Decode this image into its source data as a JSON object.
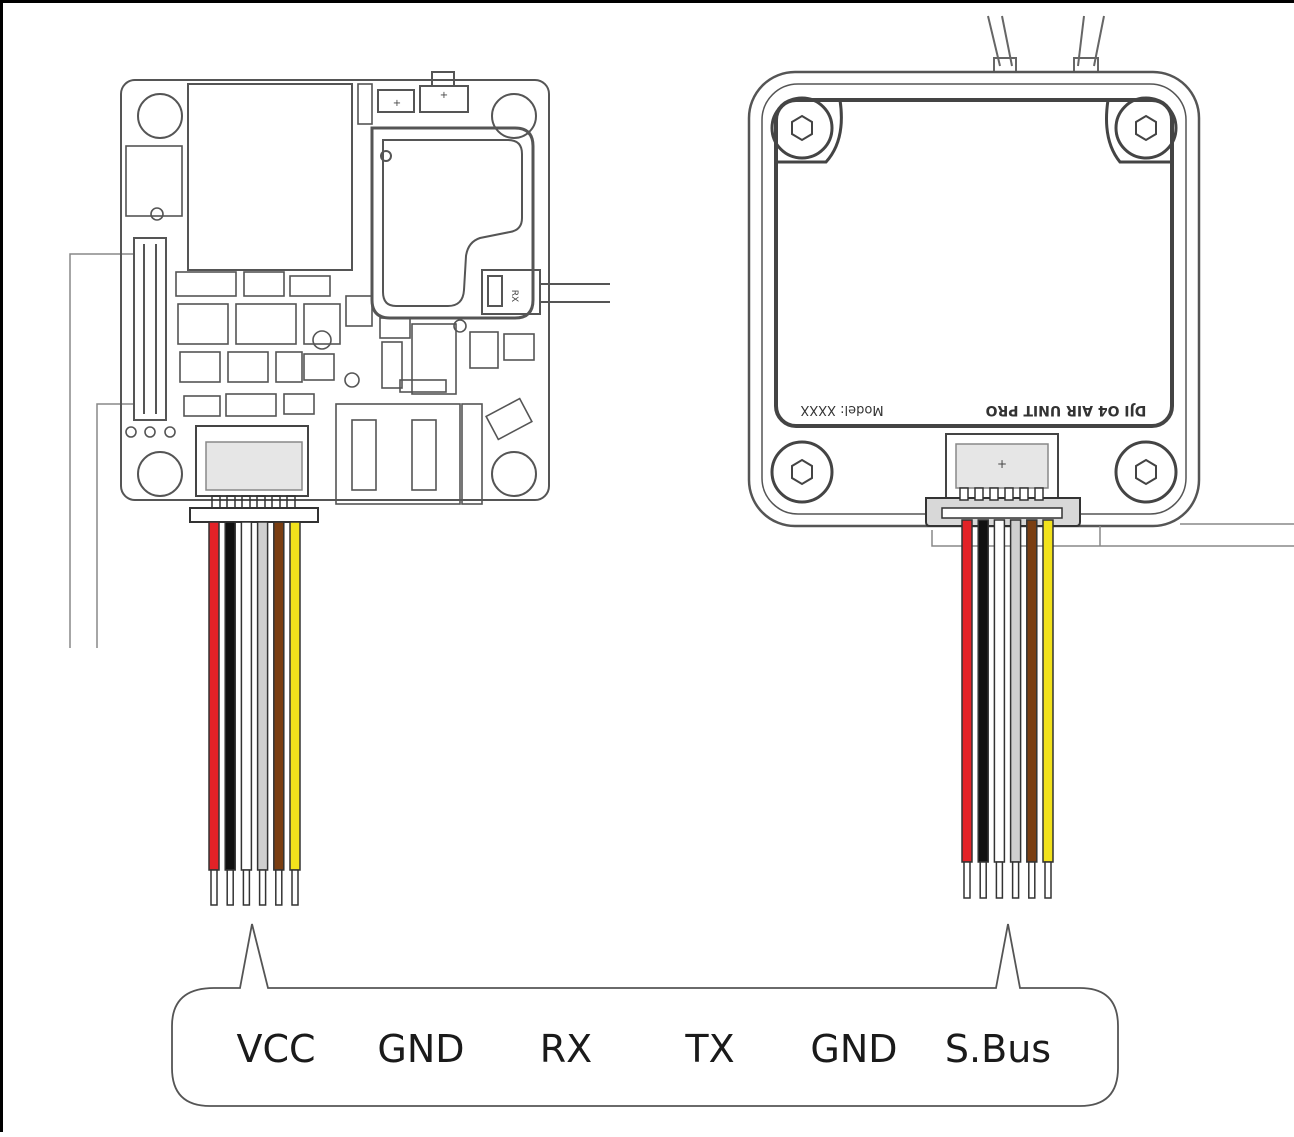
{
  "left_module": {
    "connector_markings": [
      "+",
      "+"
    ],
    "side_marking": "RX"
  },
  "right_module": {
    "label_text": "DJI O4 AIR UNIT PRO",
    "model_text": "Model: XXXX",
    "connector_marking": "+"
  },
  "wires": [
    {
      "color": "#e32227"
    },
    {
      "color": "#111111"
    },
    {
      "color": "#ffffff"
    },
    {
      "color": "#cfcfcf"
    },
    {
      "color": "#7a3e12"
    },
    {
      "color": "#f2e21c"
    }
  ],
  "pinout": {
    "labels": [
      "VCC",
      "GND",
      "RX",
      "TX",
      "GND",
      "S.Bus"
    ]
  }
}
